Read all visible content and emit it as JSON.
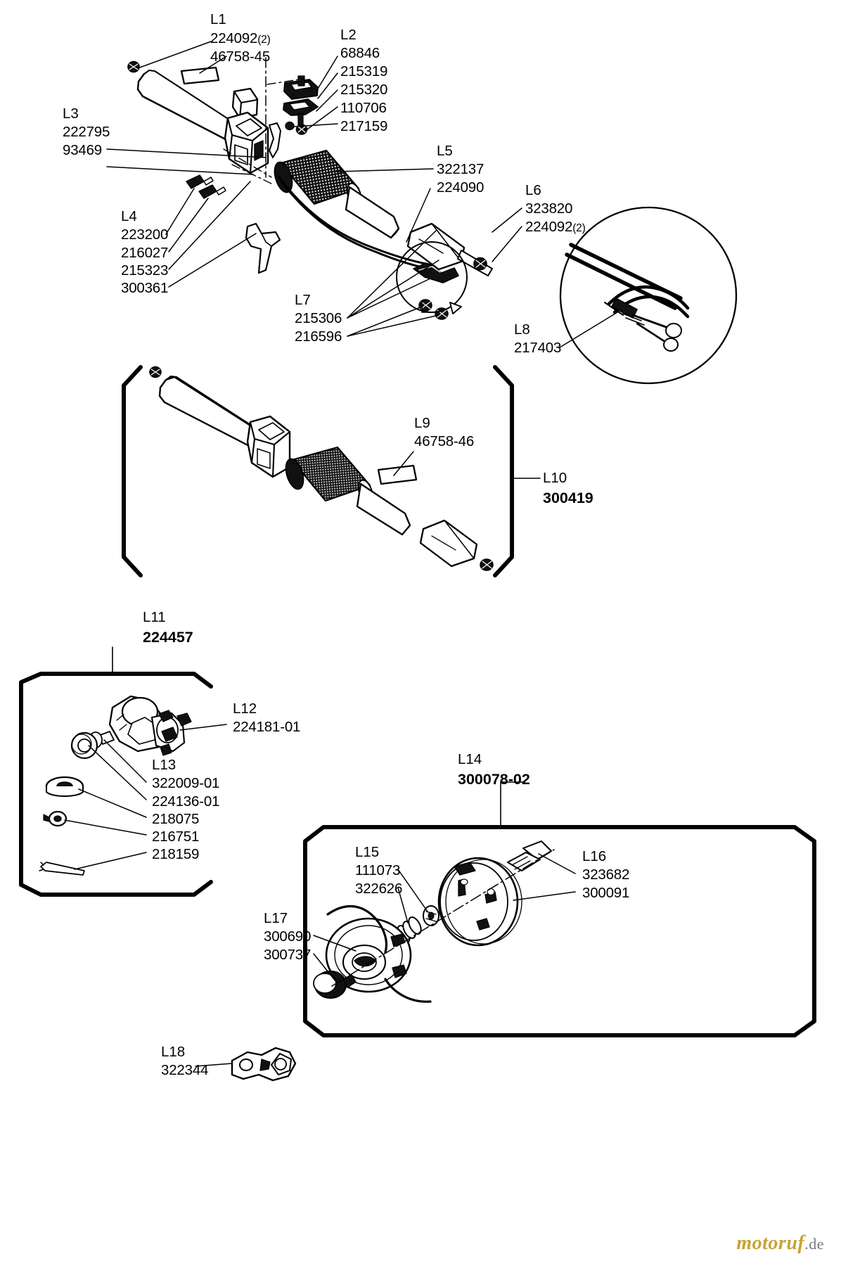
{
  "diagram": {
    "title": "Exploded parts diagram - handle, shaft, gearbox and trimmer head assembly",
    "watermark": {
      "brand": "motoruf",
      "suffix": ".de"
    }
  },
  "callouts": [
    {
      "id": "L1",
      "tag": "L1",
      "codes": [
        "224092",
        "46758-45"
      ],
      "qty": [
        "(2)",
        ""
      ]
    },
    {
      "id": "L2",
      "tag": "L2",
      "codes": [
        "68846",
        "215319",
        "215320",
        "110706",
        "217159"
      ],
      "qty": [
        "",
        "",
        "",
        "",
        ""
      ]
    },
    {
      "id": "L3",
      "tag": "L3",
      "codes": [
        "222795",
        "93469"
      ],
      "qty": [
        "",
        ""
      ]
    },
    {
      "id": "L4",
      "tag": "L4",
      "codes": [
        "223200",
        "216027",
        "215323",
        "300361"
      ],
      "qty": [
        "",
        "",
        "",
        ""
      ]
    },
    {
      "id": "L5",
      "tag": "L5",
      "codes": [
        "322137",
        "224090"
      ],
      "qty": [
        "",
        ""
      ]
    },
    {
      "id": "L6",
      "tag": "L6",
      "codes": [
        "323820",
        "224092"
      ],
      "qty": [
        "",
        "(2)"
      ]
    },
    {
      "id": "L7",
      "tag": "L7",
      "codes": [
        "215306",
        "216596"
      ],
      "qty": [
        "",
        ""
      ]
    },
    {
      "id": "L8",
      "tag": "L8",
      "codes": [
        "217403"
      ],
      "qty": [
        ""
      ]
    },
    {
      "id": "L9",
      "tag": "L9",
      "codes": [
        "46758-46"
      ],
      "qty": [
        ""
      ]
    },
    {
      "id": "L10",
      "tag": "L10",
      "codes": [
        "300419"
      ],
      "qty": [
        ""
      ],
      "bold": true
    },
    {
      "id": "L11",
      "tag": "L11",
      "codes": [
        "224457"
      ],
      "qty": [
        ""
      ],
      "bold": true
    },
    {
      "id": "L12",
      "tag": "L12",
      "codes": [
        "224181-01"
      ],
      "qty": [
        ""
      ]
    },
    {
      "id": "L13",
      "tag": "L13",
      "codes": [
        "322009-01",
        "224136-01",
        "218075",
        "216751",
        "218159"
      ],
      "qty": [
        "",
        "",
        "",
        "",
        ""
      ]
    },
    {
      "id": "L14",
      "tag": "L14",
      "codes": [
        "300078-02"
      ],
      "qty": [
        ""
      ],
      "bold": true
    },
    {
      "id": "L15",
      "tag": "L15",
      "codes": [
        "111073",
        "322626"
      ],
      "qty": [
        "",
        ""
      ]
    },
    {
      "id": "L16",
      "tag": "L16",
      "codes": [
        "323682",
        "300091"
      ],
      "qty": [
        "",
        ""
      ]
    },
    {
      "id": "L17",
      "tag": "L17",
      "codes": [
        "300690",
        "300737"
      ],
      "qty": [
        "",
        ""
      ]
    },
    {
      "id": "L18",
      "tag": "L18",
      "codes": [
        "322344"
      ],
      "qty": [
        ""
      ]
    }
  ],
  "labels": {
    "l1_tag": "L1",
    "l1_c1": "224092",
    "l1_q1": "(2)",
    "l1_c2": "46758-45",
    "l2_tag": "L2",
    "l2_c1": "68846",
    "l2_c2": "215319",
    "l2_c3": "215320",
    "l2_c4": "110706",
    "l2_c5": "217159",
    "l3_tag": "L3",
    "l3_c1": "222795",
    "l3_c2": "93469",
    "l4_tag": "L4",
    "l4_c1": "223200",
    "l4_c2": "216027",
    "l4_c3": "215323",
    "l4_c4": "300361",
    "l5_tag": "L5",
    "l5_c1": "322137",
    "l5_c2": "224090",
    "l6_tag": "L6",
    "l6_c1": "323820",
    "l6_c2": "224092",
    "l6_q2": "(2)",
    "l7_tag": "L7",
    "l7_c1": "215306",
    "l7_c2": "216596",
    "l8_tag": "L8",
    "l8_c1": "217403",
    "l9_tag": "L9",
    "l9_c1": "46758-46",
    "l10_tag": "L10",
    "l10_c1": "300419",
    "l11_tag": "L11",
    "l11_c1": "224457",
    "l12_tag": "L12",
    "l12_c1": "224181-01",
    "l13_tag": "L13",
    "l13_c1": "322009-01",
    "l13_c2": "224136-01",
    "l13_c3": "218075",
    "l13_c4": "216751",
    "l13_c5": "218159",
    "l14_tag": "L14",
    "l14_c1": "300078-02",
    "l15_tag": "L15",
    "l15_c1": "111073",
    "l15_c2": "322626",
    "l16_tag": "L16",
    "l16_c1": "323682",
    "l16_c2": "300091",
    "l17_tag": "L17",
    "l17_c1": "300690",
    "l17_c2": "300737",
    "l18_tag": "L18",
    "l18_c1": "322344",
    "wm_brand": "motoruf",
    "wm_suffix": ".de"
  }
}
